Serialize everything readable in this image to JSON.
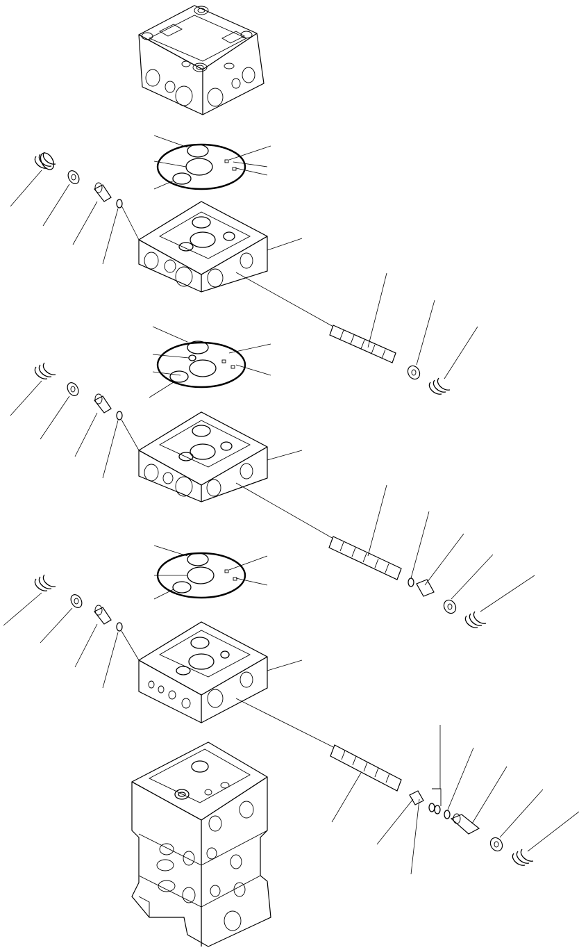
{
  "drawing": {
    "view": "exploded-parts-diagram",
    "background": "#ffffff",
    "line_color": "#000000"
  },
  "parts": {
    "top_cover": {
      "icon": "valve-cover-icon"
    },
    "sections": [
      {
        "id": "section-1",
        "gasket": "gasket-icon",
        "body": "valve-body-icon",
        "spool": "spool-icon"
      },
      {
        "id": "section-2",
        "gasket": "gasket-icon",
        "body": "valve-body-icon",
        "spool": "spool-icon"
      },
      {
        "id": "section-3",
        "gasket": "gasket-icon",
        "body": "valve-body-icon",
        "spool": "spool-icon"
      }
    ],
    "base_block": {
      "icon": "valve-stack-icon"
    }
  }
}
